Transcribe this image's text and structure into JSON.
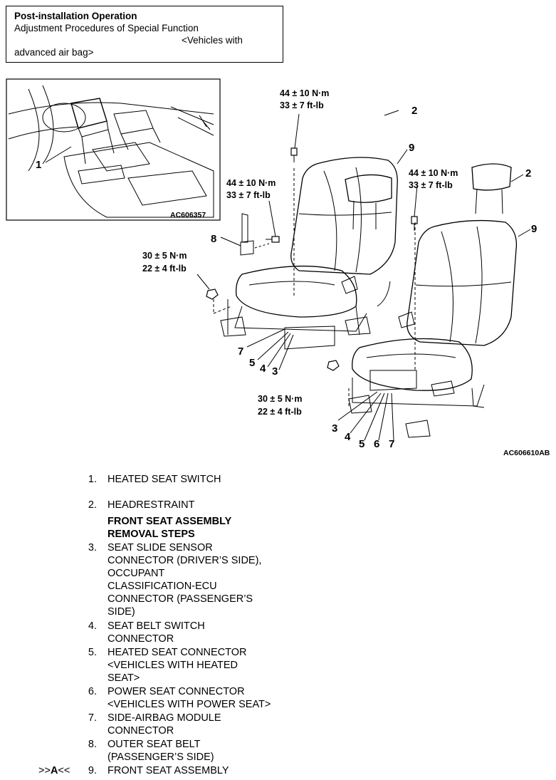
{
  "header": {
    "title": "Post-installation Operation",
    "subtitle": "Adjustment Procedures of Special Function",
    "vehicle_note_line1": "<Vehicles with",
    "vehicle_note_line2": "advanced air bag>"
  },
  "figure": {
    "inset_code": "AC606357",
    "main_code": "AC606610AB",
    "torque_44_nm": "44 ± 10 N·m",
    "torque_44_ftlb": "33 ± 7 ft-lb",
    "torque_30_nm": "30 ± 5 N·m",
    "torque_30_ftlb": "22 ± 4 ft-lb",
    "callouts": {
      "c1": "1",
      "c2": "2",
      "c3": "3",
      "c4": "4",
      "c5": "5",
      "c6": "6",
      "c7": "7",
      "c8": "8",
      "c9": "9"
    }
  },
  "parts": {
    "i1_num": "1.",
    "i1_l1": "HEATED SEAT SWITCH",
    "i2_num": "2.",
    "i2_l1": "HEADRESTRAINT",
    "group_l1": "FRONT SEAT ASSEMBLY",
    "group_l2": "REMOVAL STEPS",
    "i3_num": "3.",
    "i3_l1": "SEAT SLIDE SENSOR",
    "i3_l2": "CONNECTOR (DRIVER’S SIDE),",
    "i3_l3": "OCCUPANT",
    "i3_l4": "CLASSIFICATION-ECU",
    "i3_l5": "CONNECTOR (PASSENGER’S",
    "i3_l6": "SIDE)",
    "i4_num": "4.",
    "i4_l1": "SEAT BELT SWITCH",
    "i4_l2": "CONNECTOR",
    "i5_num": "5.",
    "i5_l1": "HEATED SEAT CONNECTOR",
    "i5_l2": "<VEHICLES WITH HEATED",
    "i5_l3": "SEAT>",
    "i6_num": "6.",
    "i6_l1": "POWER SEAT CONNECTOR",
    "i6_l2": "<VEHICLES WITH POWER SEAT>",
    "i7_num": "7.",
    "i7_l1": "SIDE-AIRBAG MODULE",
    "i7_l2": "CONNECTOR",
    "i8_num": "8.",
    "i8_l1": "OUTER SEAT BELT",
    "i8_l2": "(PASSENGER’S SIDE)",
    "i9_num": "9.",
    "i9_l1": "FRONT SEAT ASSEMBLY",
    "i9_mark_pre": ">>",
    "i9_mark_letter": "A",
    "i9_mark_post": "<<"
  }
}
